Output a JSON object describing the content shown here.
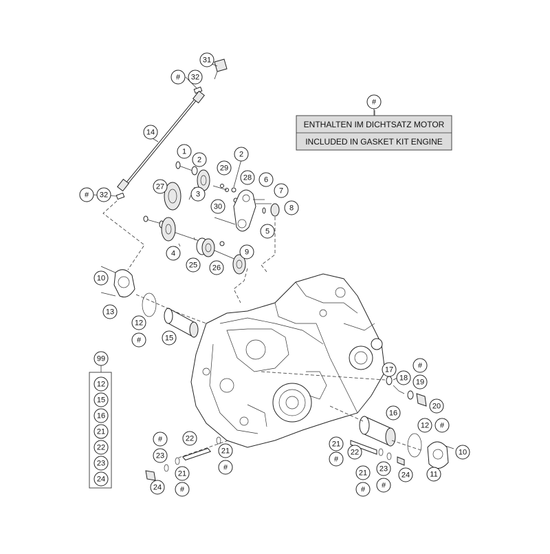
{
  "note": {
    "marker": "#",
    "line_de": "ENTHALTEN IM DICHTSATZ MOTOR",
    "line_en": "INCLUDED IN GASKET KIT ENGINE"
  },
  "kit": {
    "label": "99",
    "items": [
      "12",
      "15",
      "16",
      "21",
      "22",
      "23",
      "24"
    ]
  },
  "callouts": [
    {
      "id": "c31",
      "label": "31"
    },
    {
      "id": "c32a",
      "label": "32"
    },
    {
      "id": "h32a",
      "label": "#"
    },
    {
      "id": "c14",
      "label": "14"
    },
    {
      "id": "c32b",
      "label": "32"
    },
    {
      "id": "h32b",
      "label": "#"
    },
    {
      "id": "c1",
      "label": "1"
    },
    {
      "id": "c2a",
      "label": "2"
    },
    {
      "id": "c29",
      "label": "29"
    },
    {
      "id": "c2b",
      "label": "2"
    },
    {
      "id": "c27",
      "label": "27"
    },
    {
      "id": "c3",
      "label": "3"
    },
    {
      "id": "c28",
      "label": "28"
    },
    {
      "id": "c6",
      "label": "6"
    },
    {
      "id": "c7",
      "label": "7"
    },
    {
      "id": "c30",
      "label": "30"
    },
    {
      "id": "c8",
      "label": "8"
    },
    {
      "id": "c5",
      "label": "5"
    },
    {
      "id": "c4",
      "label": "4"
    },
    {
      "id": "c25",
      "label": "25"
    },
    {
      "id": "c26",
      "label": "26"
    },
    {
      "id": "c9",
      "label": "9"
    },
    {
      "id": "c10a",
      "label": "10"
    },
    {
      "id": "c13",
      "label": "13"
    },
    {
      "id": "c12a",
      "label": "12"
    },
    {
      "id": "h12a",
      "label": "#"
    },
    {
      "id": "c15",
      "label": "15"
    },
    {
      "id": "c17",
      "label": "17"
    },
    {
      "id": "c18",
      "label": "18"
    },
    {
      "id": "c19",
      "label": "19"
    },
    {
      "id": "h19",
      "label": "#"
    },
    {
      "id": "c20",
      "label": "20"
    },
    {
      "id": "c16",
      "label": "16"
    },
    {
      "id": "c12b",
      "label": "12"
    },
    {
      "id": "h12b",
      "label": "#"
    },
    {
      "id": "c21a",
      "label": "21"
    },
    {
      "id": "h21a",
      "label": "#"
    },
    {
      "id": "c22a",
      "label": "22"
    },
    {
      "id": "c10b",
      "label": "10"
    },
    {
      "id": "c11",
      "label": "11"
    },
    {
      "id": "c21b",
      "label": "21"
    },
    {
      "id": "h21b",
      "label": "#"
    },
    {
      "id": "c23a",
      "label": "23"
    },
    {
      "id": "h23a",
      "label": "#"
    },
    {
      "id": "c24a",
      "label": "24"
    },
    {
      "id": "h23b",
      "label": "#"
    },
    {
      "id": "c23b",
      "label": "23"
    },
    {
      "id": "c22b",
      "label": "22"
    },
    {
      "id": "c21c",
      "label": "21"
    },
    {
      "id": "h21c",
      "label": "#"
    },
    {
      "id": "c21d",
      "label": "21"
    },
    {
      "id": "h21d",
      "label": "#"
    },
    {
      "id": "c24b",
      "label": "24"
    }
  ]
}
